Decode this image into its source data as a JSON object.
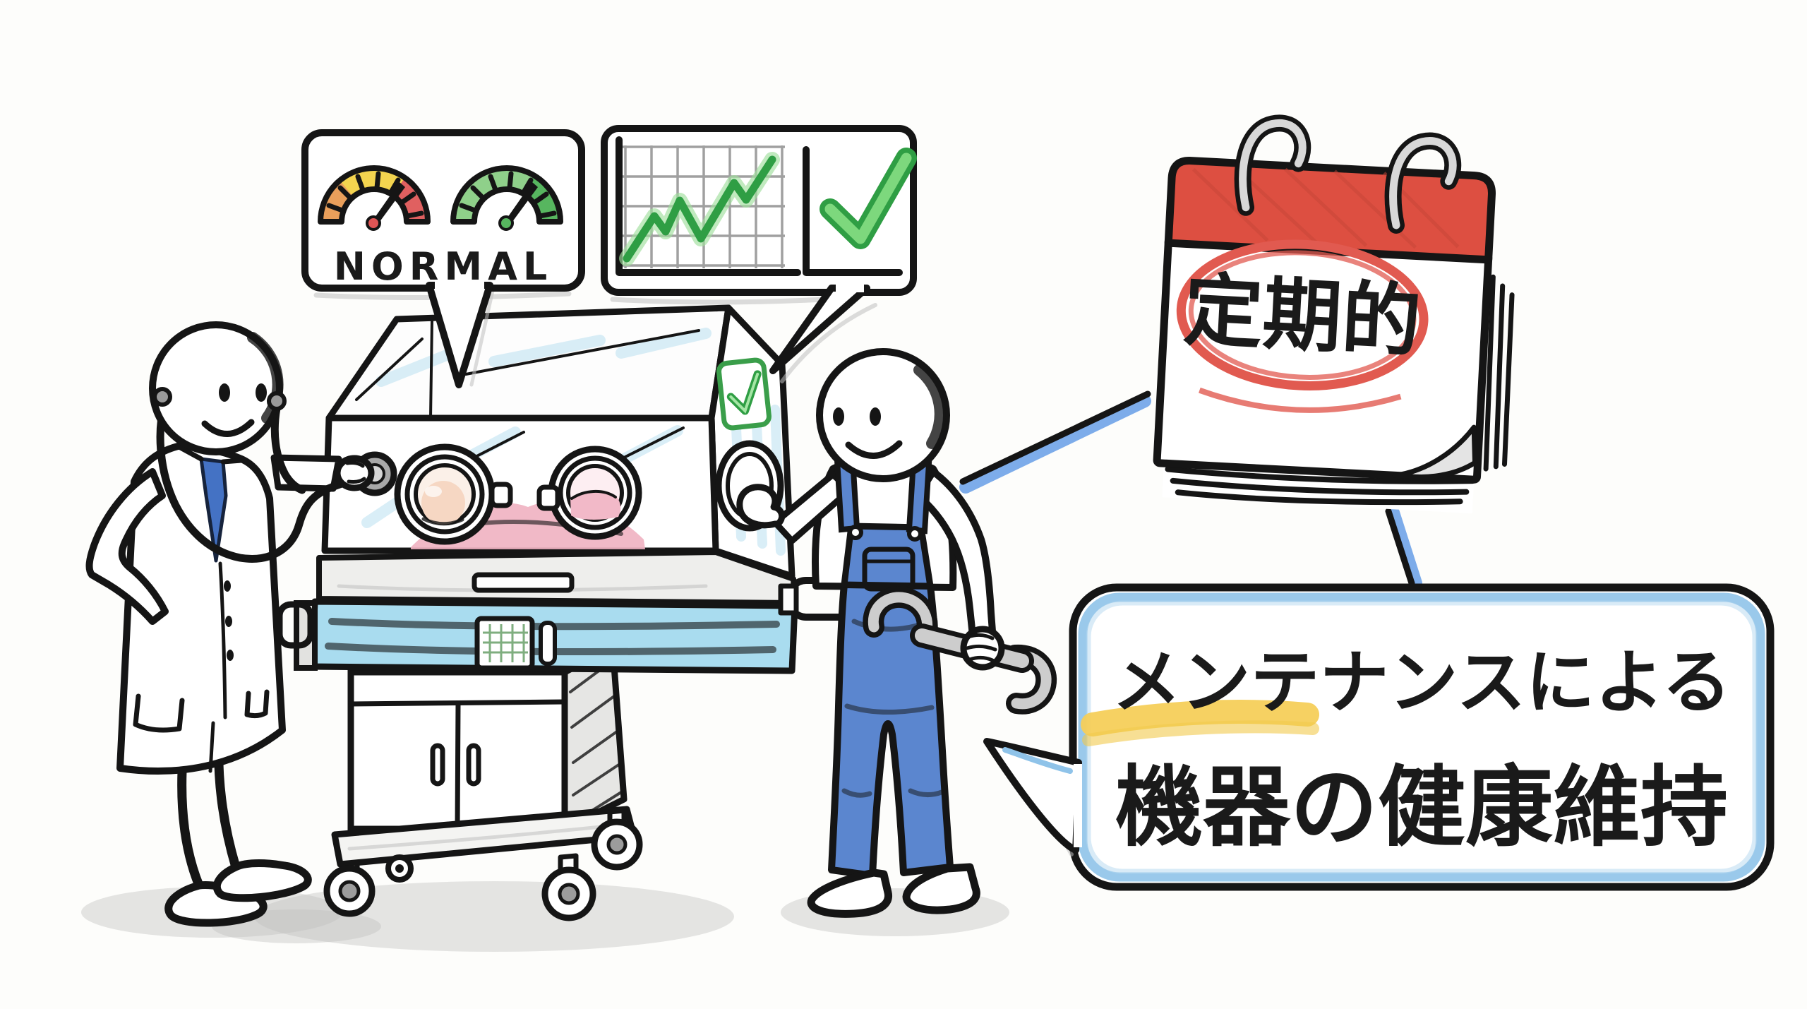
{
  "labels": {
    "normal": "NORMAL",
    "periodic": "定期的",
    "maintenance_line1": "メンテナンスによる",
    "maintenance_line2": "機器の健康維持",
    "highlighted_phrase": "メンテナンス"
  },
  "colors": {
    "ink": "#151515",
    "green": "#2f9e44",
    "light_green": "#7dd87d",
    "calendar_red": "#dd4f41",
    "circle_red": "#e15a50",
    "overalls_blue": "#5b86cf",
    "tie_blue": "#4472c4",
    "base_blue": "#a9dcef",
    "glass_blue": "#bfe3f2",
    "connector_blue": "#6fa3e8",
    "bubble_blue": "#8fc3e9",
    "highlight_yellow": "#f6cf5a",
    "gauge_yellow": "#f3d44f",
    "gauge_orange": "#e8995c",
    "gauge_red": "#e06060",
    "gauge_green_light": "#8fd08a",
    "gauge_green_dark": "#57b65f",
    "metal_gray": "#cdcdcd",
    "baby_skin": "#f6d7c3",
    "blanket_pink": "#f0b1c1",
    "shadow_gray": "#bdbdbd"
  },
  "icons": {
    "gauge-warning-icon": "warning gauge (needle in red zone)",
    "gauge-normal-icon": "normal gauge (green)",
    "trend-chart-icon": "📈",
    "checkmark-icon": "✓",
    "check-badge-icon": "✓",
    "calendar-icon": "📅",
    "stethoscope-icon": "🩺",
    "wrench-icon": "🔧"
  }
}
